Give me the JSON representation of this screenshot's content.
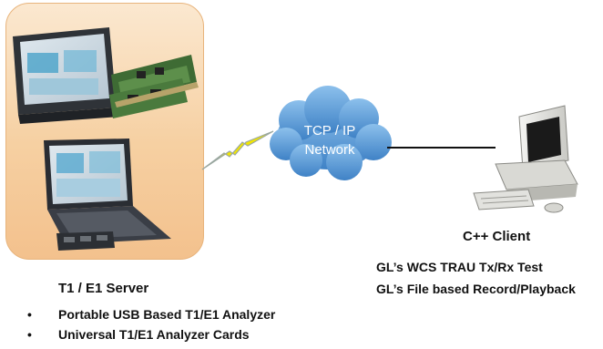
{
  "server": {
    "label": "T1 / E1 Server",
    "bullets": [
      "Portable  USB Based T1/E1 Analyzer",
      "Universal T1/E1 Analyzer Cards"
    ]
  },
  "network": {
    "line1": "TCP / IP",
    "line2": "Network"
  },
  "client": {
    "label": "C++ Client",
    "lines": [
      "GL’s  WCS TRAU Tx/Rx Test",
      "GL’s File based Record/Playback"
    ]
  },
  "colors": {
    "panel": "#f6d0a2",
    "cloud": "#5b9bd5",
    "bolt": "#f2e600"
  }
}
